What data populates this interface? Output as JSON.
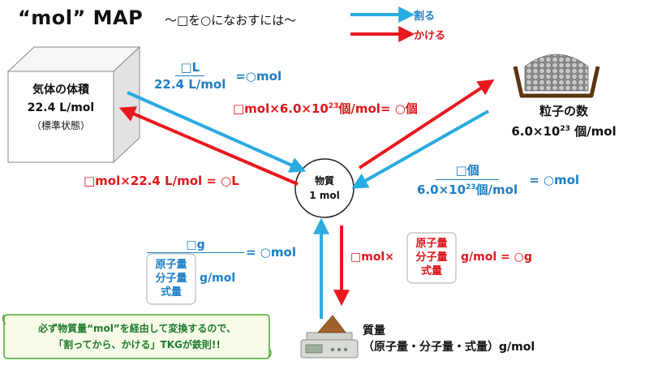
{
  "title": "“mol” MAP",
  "subtitle": "～□を○になおすには～",
  "legend": {
    "divide_label": "割る",
    "multiply_label": "かける",
    "divide_color": "#29abe2",
    "multiply_color": "#e8181d"
  },
  "center": {
    "line1": "物質",
    "line2": "1 mol"
  },
  "gas": {
    "title": "気体の体積",
    "value": "22.4 L/mol",
    "note": "（標準状態）",
    "to_mol_numerator": "□L",
    "to_mol_denominator": "22.4 L/mol",
    "to_mol_result": "=○mol",
    "from_mol": "□mol×22.4 L/mol = ○L"
  },
  "particles": {
    "title": "粒子の数",
    "value_base": "6.0×10",
    "value_exp": "23",
    "value_unit": " 個/mol",
    "from_mol_prefix": "□mol×6.0×10",
    "from_mol_exp": "23",
    "from_mol_suffix": "個/mol= ○個",
    "to_mol_numerator": "□個",
    "to_mol_den_base": "6.0×10",
    "to_mol_den_exp": "23",
    "to_mol_den_unit": "個/mol",
    "to_mol_result": "= ○mol"
  },
  "mass": {
    "title": "質量",
    "subtitle": "（原子量・分子量・式量）g/mol",
    "to_mol_numerator": "□g",
    "to_mol_den_items": [
      "原子量",
      "分子量",
      "式量"
    ],
    "to_mol_den_unit": "g/mol",
    "to_mol_result": "= ○mol",
    "from_mol_prefix": "□mol×",
    "from_mol_items": [
      "原子量",
      "分子量",
      "式量"
    ],
    "from_mol_suffix": "g/mol = ○g"
  },
  "note": {
    "line1": "必ず物質量“mol”を経由して変換するので、",
    "line2": "「割ってから、かける」TKGが鉄則!!"
  }
}
